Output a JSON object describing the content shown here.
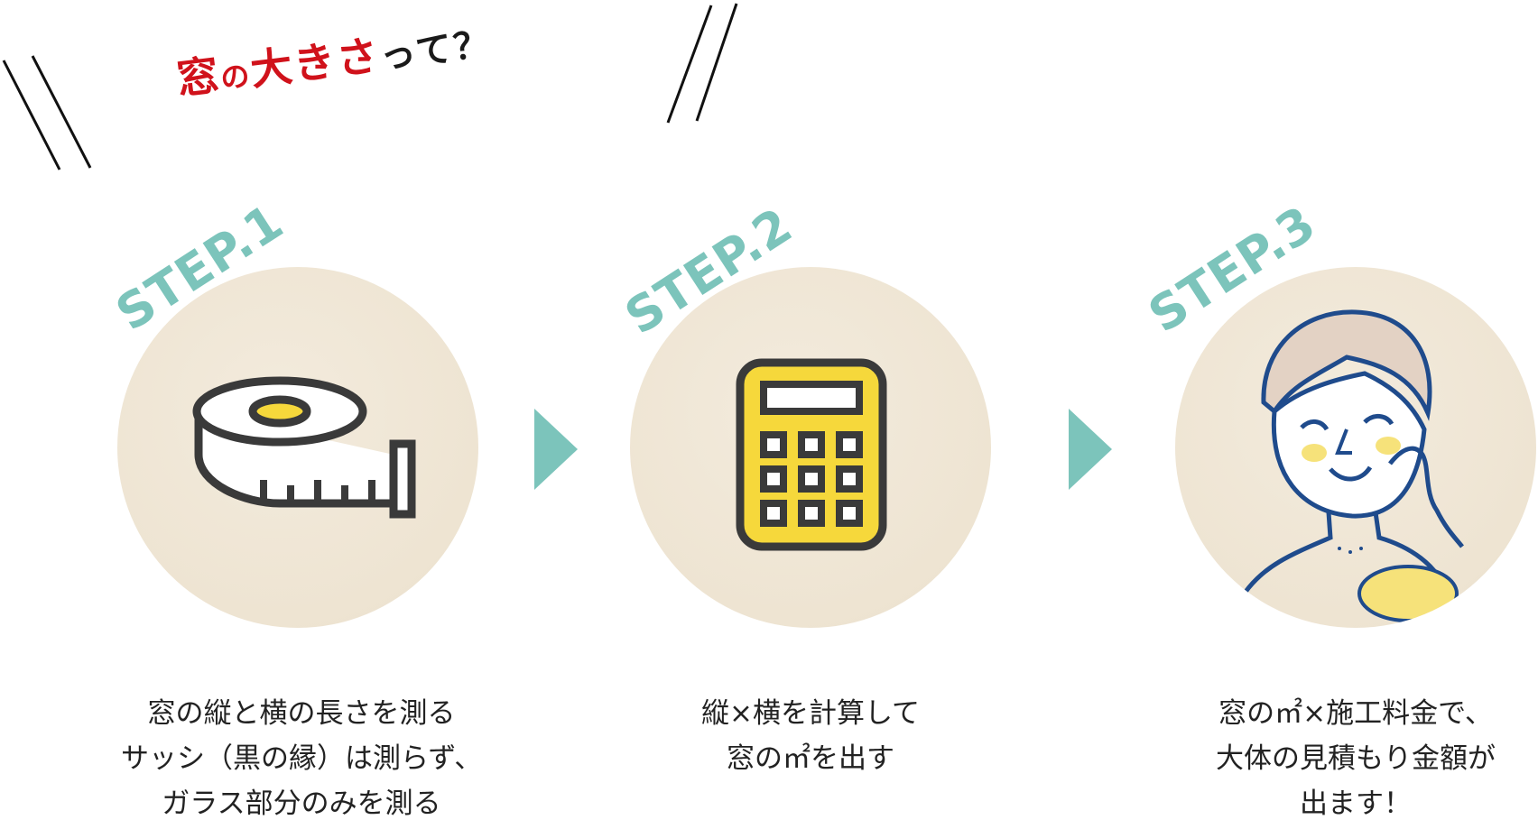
{
  "title": {
    "part1": "窓",
    "part2": "の",
    "part3": "大きさ",
    "part4": "って？"
  },
  "colors": {
    "accent_red": "#d0121b",
    "step_teal": "#7cc4bb",
    "circle_beige": "#f0e7d8",
    "icon_yellow": "#f6d83b",
    "icon_dark": "#3a3a3a",
    "line_blue": "#1f4b8c"
  },
  "steps": [
    {
      "label": "STEP.1",
      "icon": "tape-measure-icon",
      "lines": [
        "窓の縦と横の長さを測る",
        "サッシ（黒の縁）は測らず、",
        "ガラス部分のみを測る"
      ]
    },
    {
      "label": "STEP.2",
      "icon": "calculator-icon",
      "lines": [
        "縦×横を計算して",
        "窓の㎡を出す"
      ]
    },
    {
      "label": "STEP.3",
      "icon": "smiling-woman-illustration",
      "lines": [
        "窓の㎡×施工料金で、",
        "大体の見積もり金額が",
        "出ます！"
      ]
    }
  ]
}
